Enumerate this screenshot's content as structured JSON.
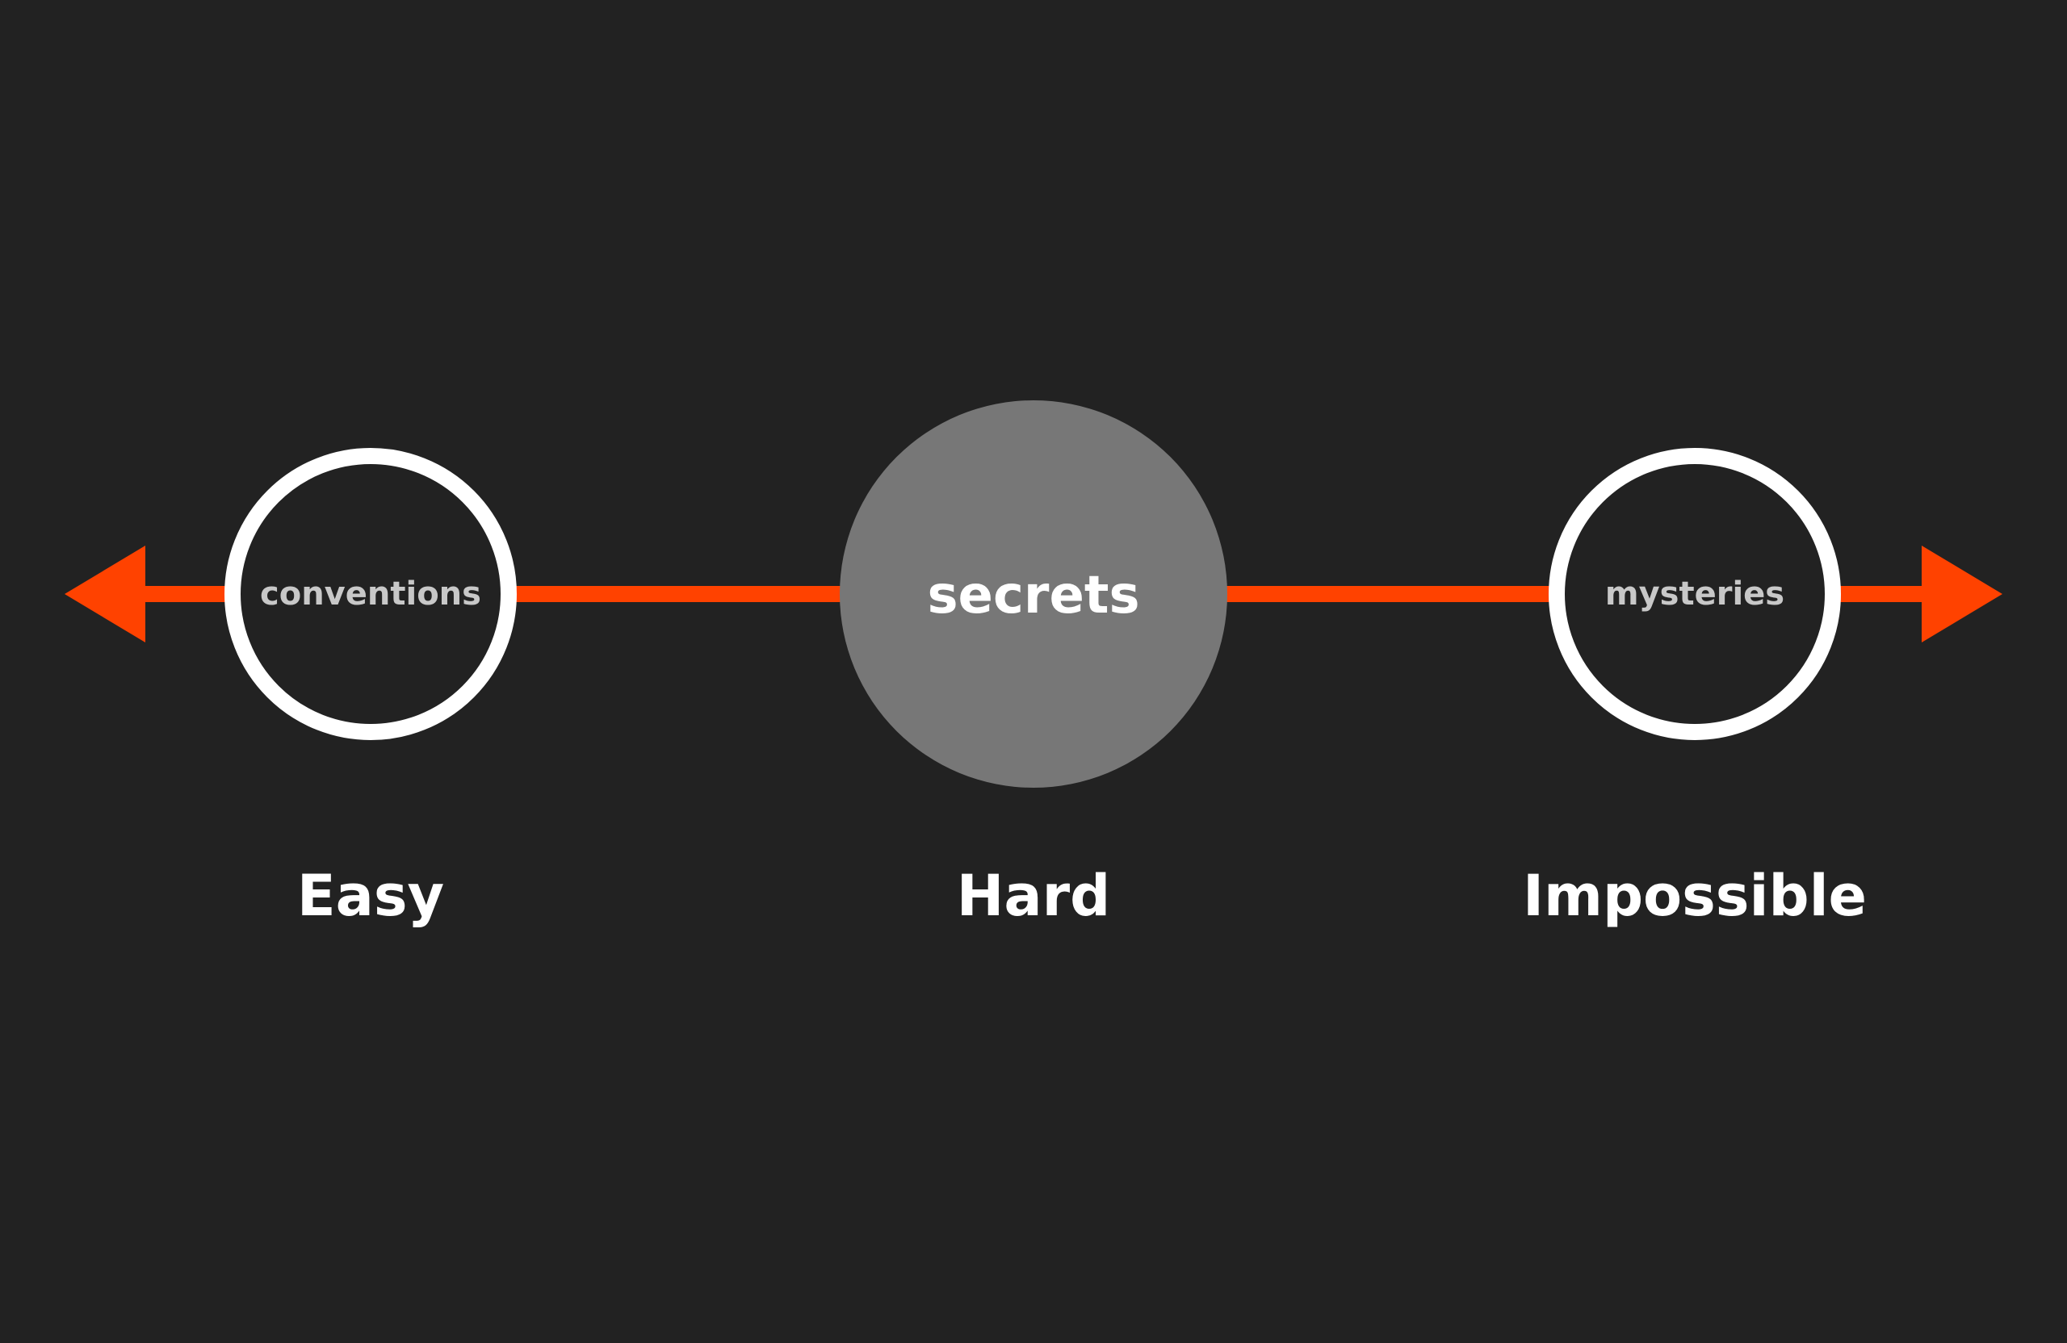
{
  "colors": {
    "background": "#222222",
    "axis": "#FF4200",
    "ring": "#FFFFFF",
    "filled_node": "#777777",
    "small_node_text": "#C8C8C8",
    "large_node_text": "#FFFFFF",
    "level_text": "#FFFFFF"
  },
  "icons": {
    "left_end": "arrow-left-icon",
    "right_end": "arrow-right-icon"
  },
  "nodes": [
    {
      "label": "conventions",
      "style": "ring"
    },
    {
      "label": "secrets",
      "style": "filled"
    },
    {
      "label": "mysteries",
      "style": "ring"
    }
  ],
  "levels": [
    {
      "label": "Easy"
    },
    {
      "label": "Hard"
    },
    {
      "label": "Impossible"
    }
  ]
}
